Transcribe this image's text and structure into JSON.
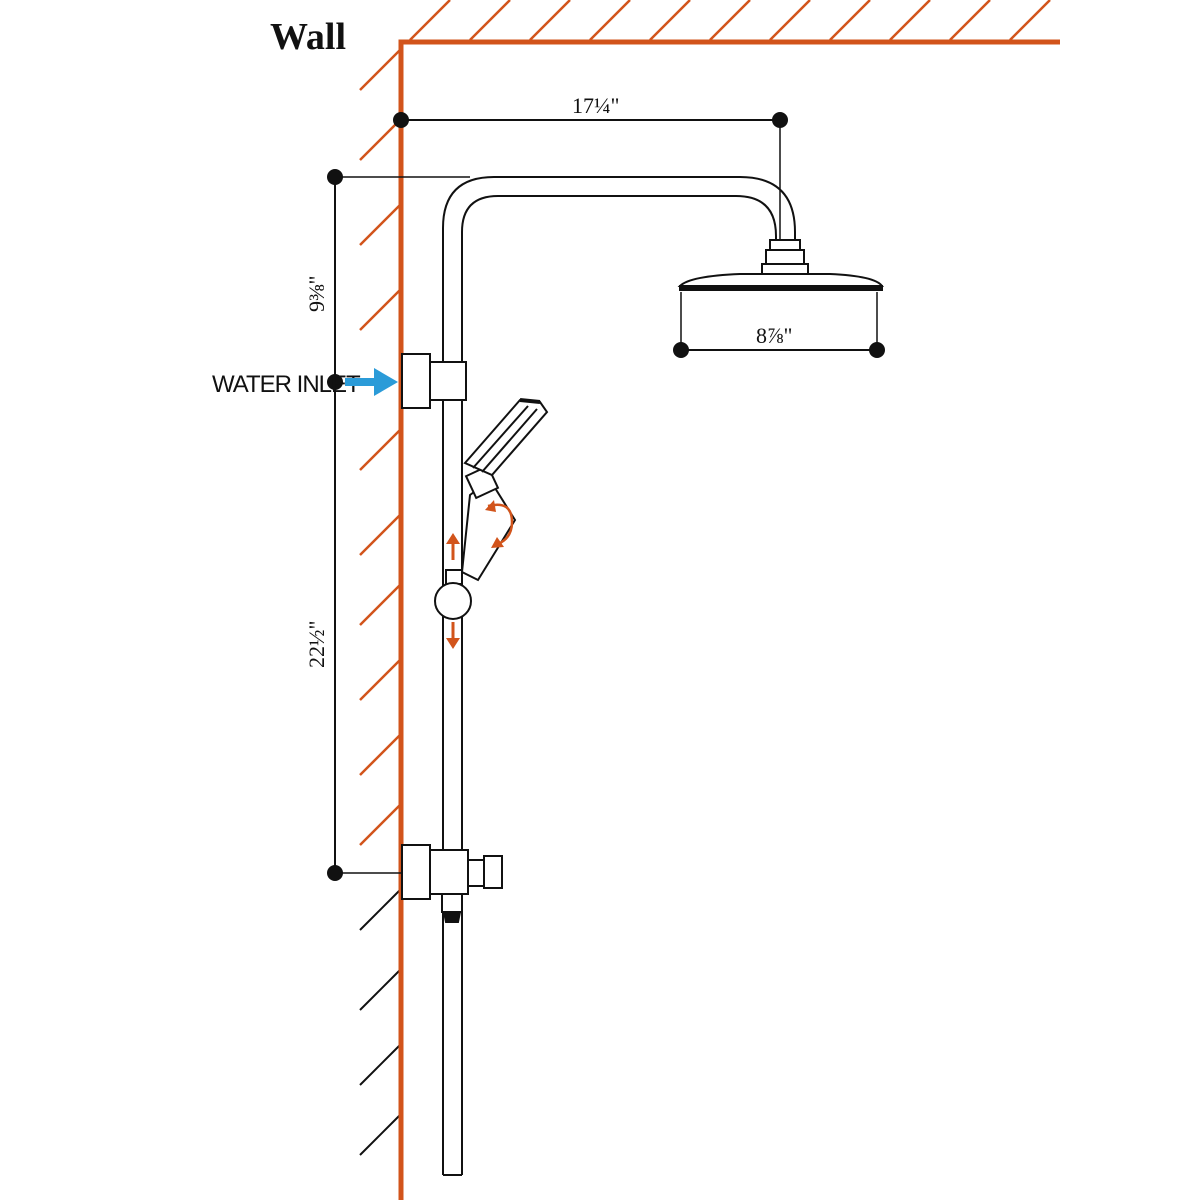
{
  "labels": {
    "wall": "Wall",
    "water_inlet": "WATER INLET"
  },
  "dimensions": {
    "top_reach": "17¼\"",
    "head_diameter": "8⅞\"",
    "upper_height": "9⅜\"",
    "lower_height": "22½\""
  },
  "colors": {
    "wall": "#D2541B",
    "hatch_orange": "#D2541B",
    "hatch_black": "#111111",
    "inlet_arrow": "#2B9BD8",
    "motion_arrows": "#D2541B",
    "line": "#111111"
  }
}
